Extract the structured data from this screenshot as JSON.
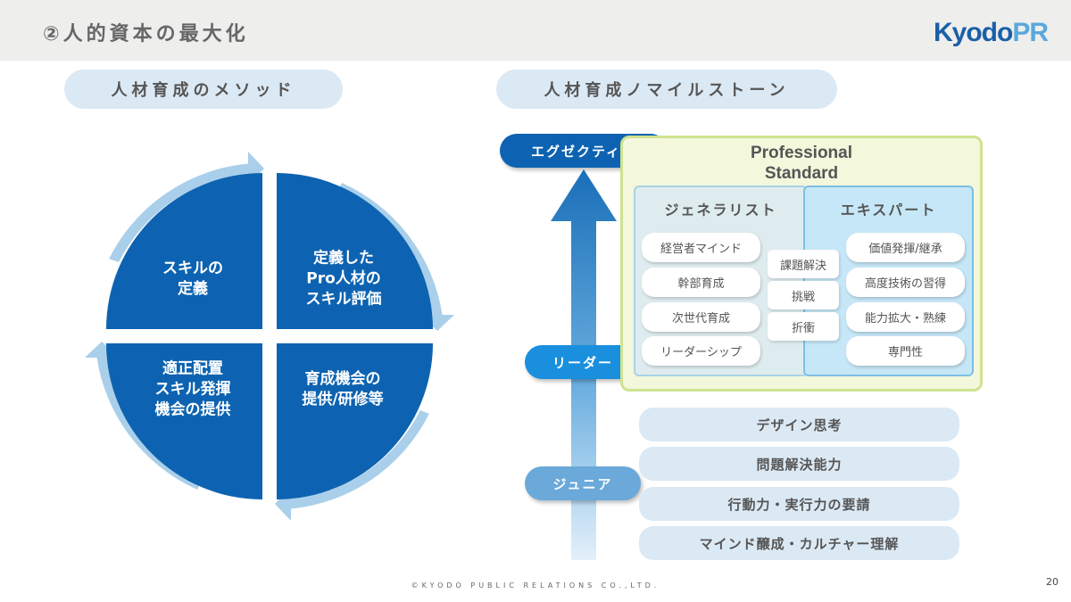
{
  "header": {
    "title": "②人的資本の最大化",
    "logo_main": "Kyodo",
    "logo_pr": "PR"
  },
  "left": {
    "section_title": "人材育成のメソッド",
    "quadrants": [
      {
        "text": "スキルの\n定義"
      },
      {
        "text": "定義した\nPro人材の\nスキル評価"
      },
      {
        "text": "育成機会の\n提供/研修等"
      },
      {
        "text": "適正配置\nスキル発揮\n機会の提供"
      }
    ]
  },
  "right": {
    "section_title": "人材育成ノマイルストーン",
    "levels": {
      "executive": "エグゼクティブ",
      "leader": "リーダー",
      "junior": "ジュニア"
    },
    "professional_standard": "Professional\nStandard",
    "generalist": {
      "title": "ジェネラリスト",
      "items": [
        "経営者マインド",
        "幹部育成",
        "次世代育成",
        "リーダーシップ"
      ]
    },
    "shared": [
      "課題解決",
      "挑戦",
      "折衝"
    ],
    "expert": {
      "title": "エキスパート",
      "items": [
        "価値発揮/継承",
        "高度技術の習得",
        "能力拡大・熟練",
        "専門性"
      ]
    },
    "foundation": [
      "デザイン思考",
      "問題解決能力",
      "行動力・実行力の要請",
      "マインド醸成・カルチャー理解"
    ]
  },
  "footer": {
    "copyright": "©KYODO PUBLIC RELATIONS CO.,LTD.",
    "page": "20"
  },
  "colors": {
    "dark_blue": "#0d63b1",
    "mid_blue": "#1978c4",
    "light_ring": "#a9cfea",
    "pill_bg": "#dbe9f4",
    "ps_green": "#cfe28f"
  }
}
